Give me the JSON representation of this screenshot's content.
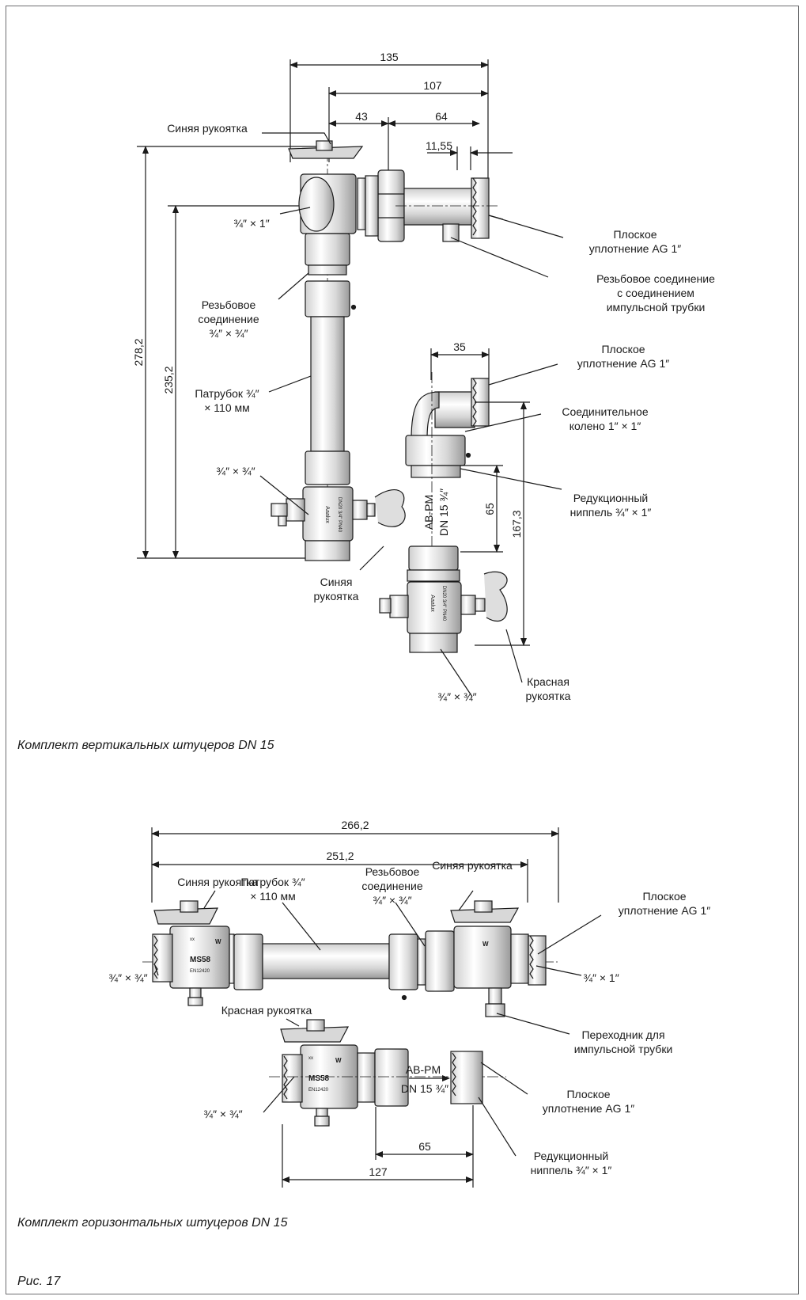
{
  "vertical": {
    "dims": {
      "d135": "135",
      "d107": "107",
      "d43": "43",
      "d64": "64",
      "d1155": "11,55",
      "d2782": "278,2",
      "d2352": "235,2",
      "d35": "35",
      "d65": "65",
      "d1673": "167,3"
    },
    "labels": {
      "blue_handle_top": "Синяя рукоятка",
      "conn_34_1": "¾″ × 1″",
      "flat_seal_1": [
        "Плоское",
        "уплотнение AG 1″"
      ],
      "threaded_impulse": [
        "Резьбовое соединение",
        "с соединением",
        "импульсной трубки"
      ],
      "threaded_conn": [
        "Резьбовое",
        "соединение",
        "¾″ × ¾″"
      ],
      "pipe": [
        "Патрубок ¾″",
        "× 110 мм"
      ],
      "flat_seal_2": [
        "Плоское",
        "уплотнение AG 1″"
      ],
      "elbow": [
        "Соединительное",
        "колено 1″ × 1″"
      ],
      "conn_34_34_left": "¾″ × ¾″",
      "reducing_nipple": [
        "Редукционный",
        "ниппель ¾″ × 1″"
      ],
      "ab_pm": [
        "AB-PM",
        "DN 15 ¾″"
      ],
      "blue_handle_bottom": [
        "Синяя",
        "рукоятка"
      ],
      "conn_34_34_bottom": "¾″ × ¾″",
      "red_handle": [
        "Красная",
        "рукоятка"
      ],
      "valve_text_1": "Aaalux",
      "valve_text_2": "DN20 3/4\" PN40"
    }
  },
  "horizontal": {
    "dims": {
      "d2662": "266,2",
      "d2512": "251,2",
      "d65": "65",
      "d127": "127"
    },
    "labels": {
      "blue_handle_left": "Синяя рукоятка",
      "pipe": [
        "Патрубок ¾″",
        "× 110 мм"
      ],
      "threaded_conn": [
        "Резьбовое",
        "соединение",
        "¾″ × ¾″"
      ],
      "blue_handle_right": "Синяя рукоятка",
      "flat_seal_right": [
        "Плоское",
        "уплотнение AG 1″"
      ],
      "conn_34_34_left": "¾″ × ¾″",
      "conn_34_1": "¾″ × 1″",
      "red_handle": "Красная рукоятка",
      "adapter": [
        "Переходник для",
        "импульсной трубки"
      ],
      "ab_pm": [
        "AB-PM",
        "DN 15 ¾″"
      ],
      "flat_seal_bottom": [
        "Плоское",
        "уплотнение AG 1″"
      ],
      "conn_34_34_bottom": "¾″ × ¾″",
      "reducing_nipple": [
        "Редукционный",
        "ниппель ¾″ × 1″"
      ],
      "ms58": "MS58",
      "en": "EN12420",
      "w": "W",
      "xx": "xx"
    }
  },
  "captions": {
    "vertical": "Комплект вертикальных штуцеров DN 15",
    "horizontal": "Комплект горизонтальных штуцеров DN 15",
    "figure": "Рис. 17"
  }
}
